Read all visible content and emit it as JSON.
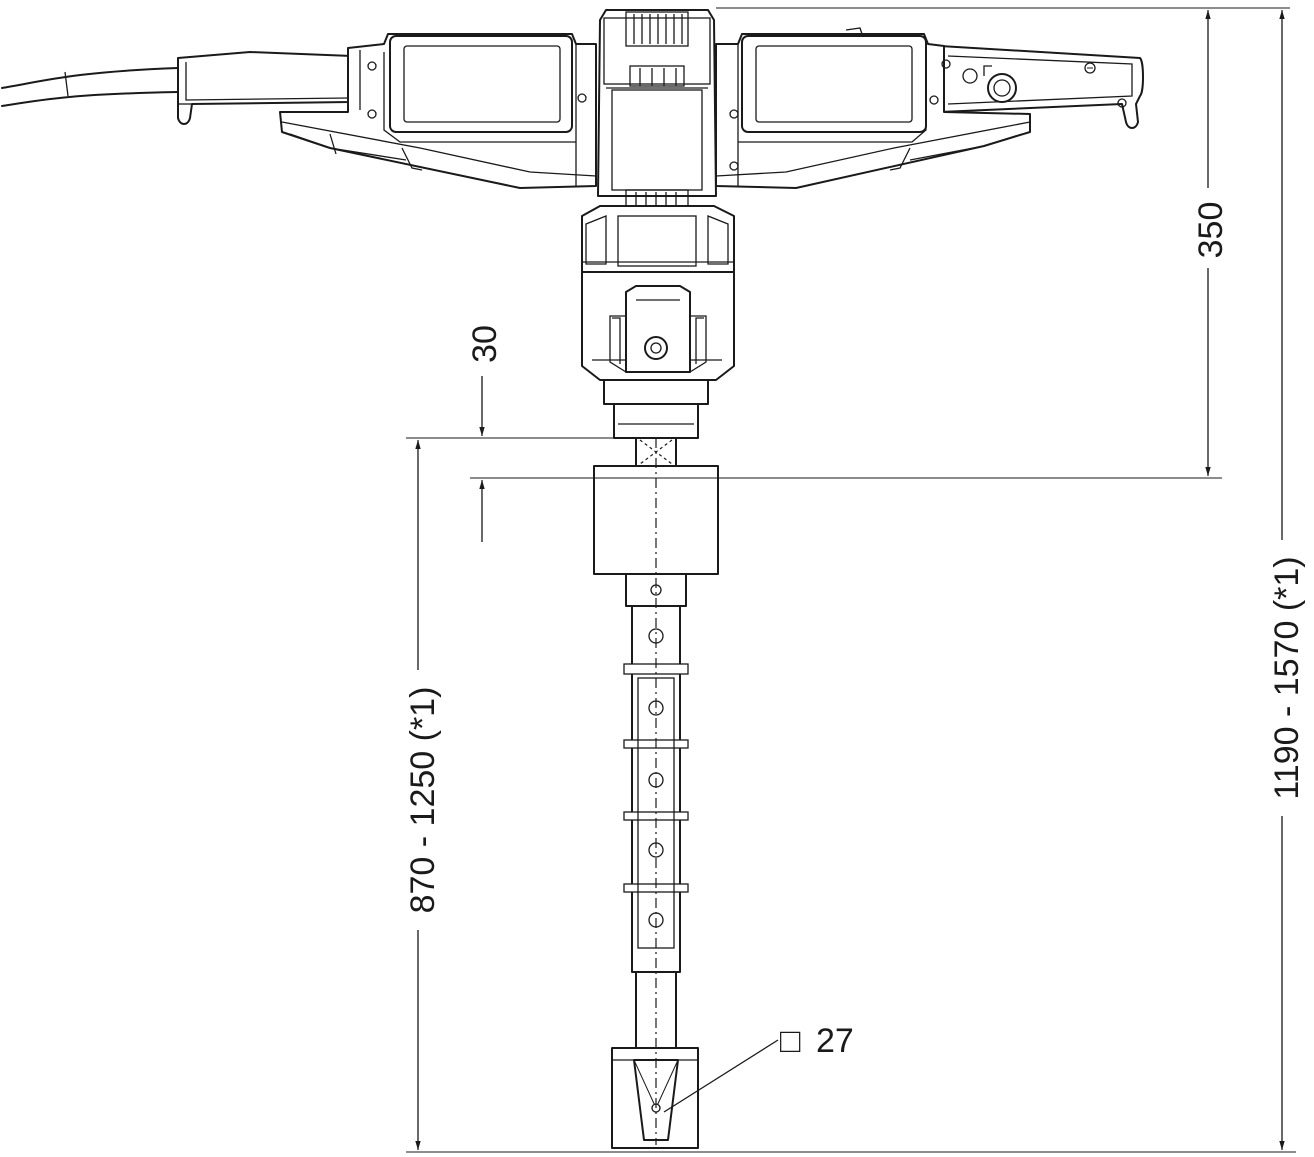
{
  "dimensions": {
    "top_height": "350",
    "offset": "30",
    "working_length": "870 - 1250 (*1)",
    "overall_length": "1190 - 1570 (*1)"
  },
  "socket_label": {
    "symbol": "□",
    "size": "27"
  }
}
